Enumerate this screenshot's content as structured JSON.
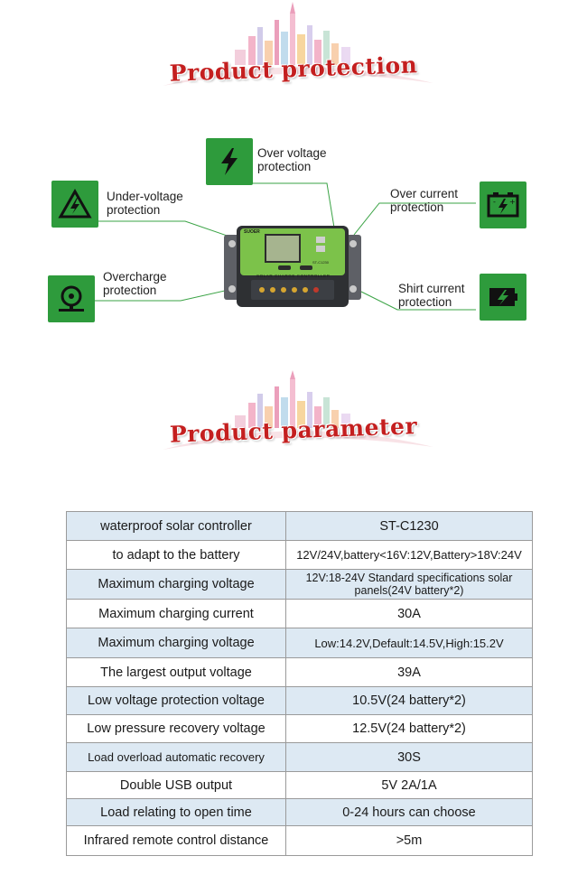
{
  "sections": {
    "protection_title": "Product protection",
    "parameter_title": "Product parameter"
  },
  "protection_items": {
    "over_voltage": {
      "line1": "Over voltage",
      "line2": "protection"
    },
    "under_voltage": {
      "line1": "Under-voltage",
      "line2": "protection"
    },
    "over_current": {
      "line1": "Over current",
      "line2": "protection"
    },
    "overcharge": {
      "line1": "Overcharge",
      "line2": "protection"
    },
    "short_current": {
      "line1": "Shirt current",
      "line2": "protection"
    }
  },
  "device": {
    "brand": "SUOER",
    "model": "ST-C1230",
    "panel_text": "SOLAR CHARGE CONTROLLER"
  },
  "parameters": [
    {
      "label": "waterproof solar controller",
      "value": "ST-C1230"
    },
    {
      "label": "to adapt to the battery",
      "value": "12V/24V,battery<16V:12V,Battery>18V:24V"
    },
    {
      "label": "Maximum charging voltage",
      "value": "12V:18-24V Standard specifications solar panels(24V battery*2)"
    },
    {
      "label": "Maximum charging current",
      "value": "30A"
    },
    {
      "label": "Maximum charging voltage",
      "value": "Low:14.2V,Default:14.5V,High:15.2V"
    },
    {
      "label": "The largest output voltage",
      "value": "39A"
    },
    {
      "label": "Low voltage protection voltage",
      "value": "10.5V(24 battery*2)"
    },
    {
      "label": "Low pressure recovery voltage",
      "value": "12.5V(24 battery*2)"
    },
    {
      "label": "Load overload automatic recovery",
      "value": "30S"
    },
    {
      "label": "Double USB output",
      "value": "5V 2A/1A"
    },
    {
      "label": "Load relating to open time",
      "value": "0-24 hours can choose"
    },
    {
      "label": "Infrared remote control distance",
      "value": ">5m"
    }
  ],
  "colors": {
    "icon_green": "#2e9b3c",
    "title_red": "#c41f1f",
    "row_shade": "#dde9f3",
    "device_green": "#7cc24a"
  }
}
